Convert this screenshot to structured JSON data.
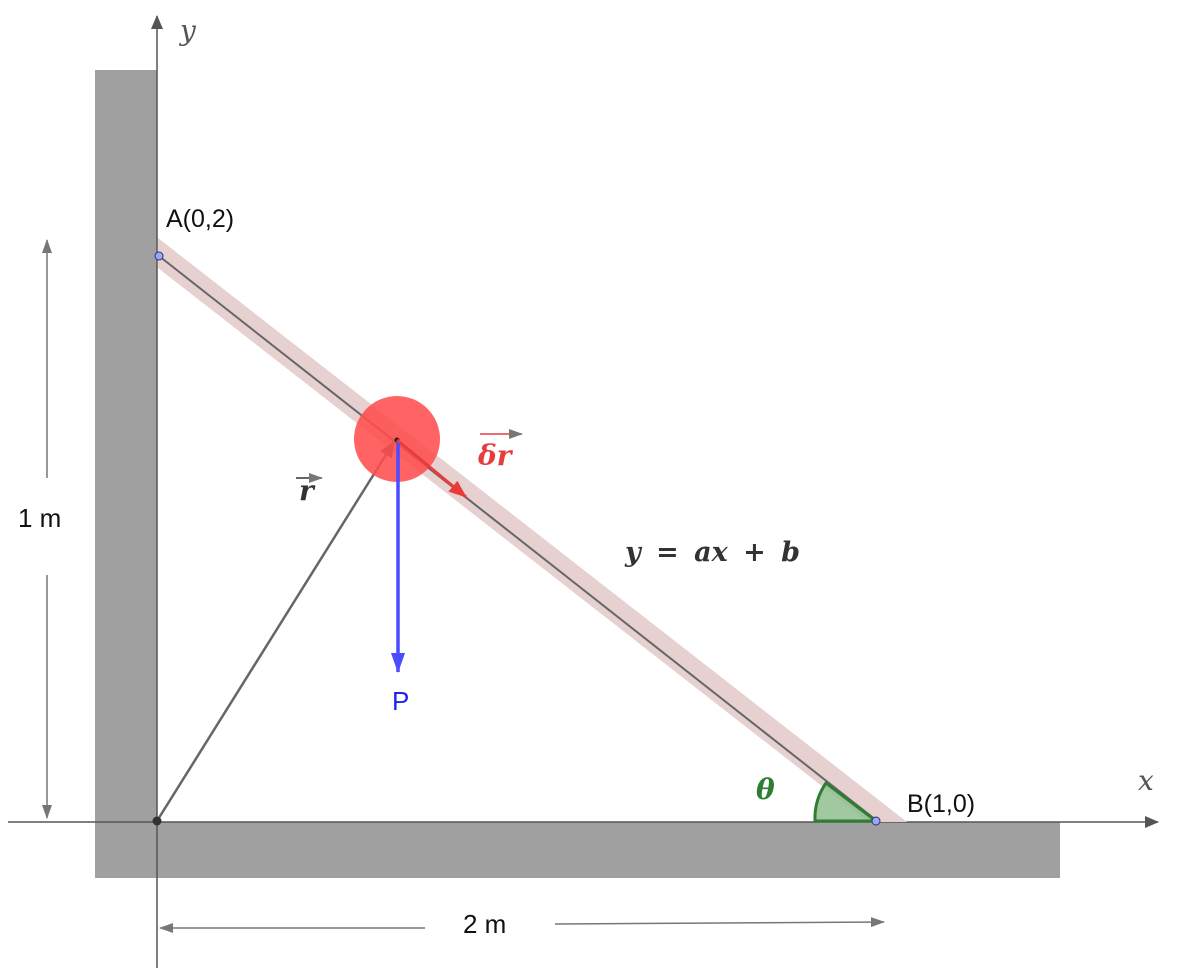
{
  "axes": {
    "x_label": "x",
    "y_label": "y"
  },
  "points": {
    "A": "A(0,2)",
    "B": "B(1,0)"
  },
  "dimensions": {
    "vertical": "1 m",
    "horizontal": "2 m"
  },
  "vectors": {
    "position": "r",
    "displacement": "δr",
    "weight": "P"
  },
  "equation": "y = ax + b",
  "angle_label": "θ",
  "colors": {
    "wall": "#a0a0a0",
    "rail": "#e6d0d0",
    "mass": "#ff4d4d",
    "displacement": "#e83c3c",
    "weight": "#4b4bff",
    "angle": "#2e7d32",
    "angle_fill": "#8fbf8f",
    "axis": "#555555"
  }
}
